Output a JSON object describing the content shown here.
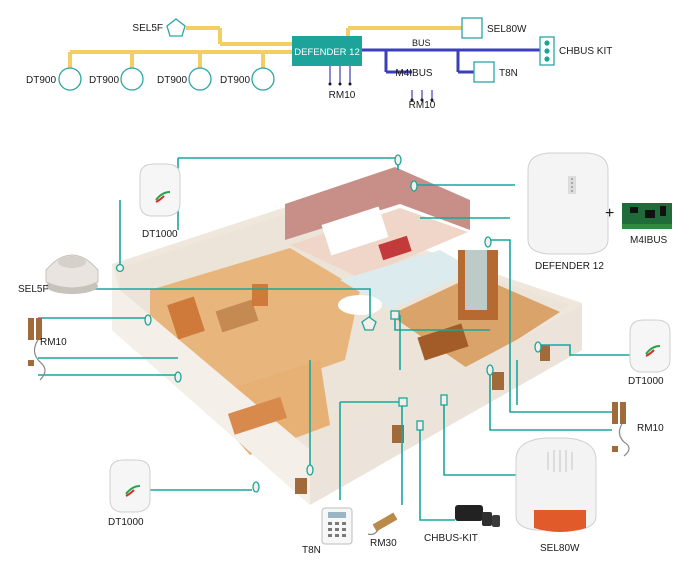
{
  "colors": {
    "bus_yellow": "#f3cf63",
    "bus_blue": "#3b3fb8",
    "teal": "#1aa69c",
    "device_outline": "#2aa6a6",
    "controller_fill": "#1ca39a",
    "wall": "#f2ece3",
    "floor_tile": "#e7e3dc",
    "wood_floor": "#e8b67c",
    "bedroom_wall": "#c88f88",
    "sofa": "#cf7a3b",
    "siren_red": "#e05a2a"
  },
  "schematic": {
    "controller_label": "DEFENDER 12",
    "sel5f_label": "SEL5F",
    "sel80w_label": "SEL80W",
    "bus_label": "BUS",
    "chbus_kit_label": "CHBUS KIT",
    "m4ibus_label": "M4IBUS",
    "t8n_label": "T8N",
    "rm10_left_label": "RM10",
    "rm10_bus_label": "RM10",
    "dt900_labels": [
      "DT900",
      "DT900",
      "DT900",
      "DT900"
    ]
  },
  "house": {
    "dt1000_top_label": "DT1000",
    "sel5f_label": "SEL5F",
    "rm10_left_label": "RM10",
    "dt1000_bottom_left_label": "DT1000",
    "t8n_label": "T8N",
    "rm30_label": "RM30",
    "chbus_kit_label": "CHBUS-KIT",
    "sel80w_label": "SEL80W",
    "defender_label": "DEFENDER 12",
    "plus_sign": "+",
    "m4ibus_label": "M4IBUS",
    "dt1000_right_label": "DT1000",
    "rm10_right_label": "RM10"
  }
}
